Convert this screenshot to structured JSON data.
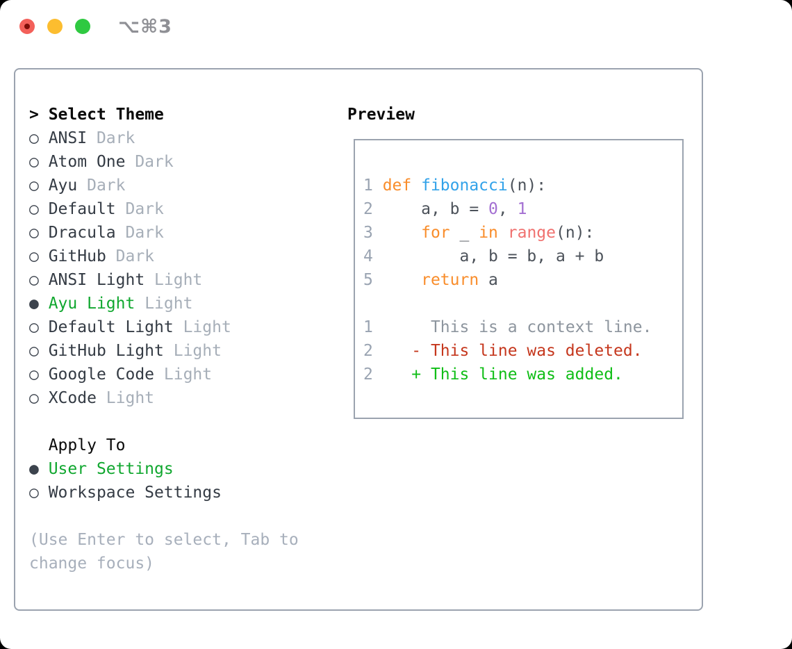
{
  "titlebar": {
    "shortcut": "⌥⌘3",
    "traffic_lights": [
      {
        "name": "close",
        "color": "#f3605a"
      },
      {
        "name": "minimize",
        "color": "#fcbd2f"
      },
      {
        "name": "zoom",
        "color": "#2fc941"
      }
    ]
  },
  "theme_panel": {
    "header": {
      "marker": ">",
      "label": "Select Theme"
    },
    "items": [
      {
        "name": "ANSI",
        "variant": "Dark",
        "selected": false
      },
      {
        "name": "Atom One",
        "variant": "Dark",
        "selected": false
      },
      {
        "name": "Ayu",
        "variant": "Dark",
        "selected": false
      },
      {
        "name": "Default",
        "variant": "Dark",
        "selected": false
      },
      {
        "name": "Dracula",
        "variant": "Dark",
        "selected": false
      },
      {
        "name": "GitHub",
        "variant": "Dark",
        "selected": false
      },
      {
        "name": "ANSI Light",
        "variant": "Light",
        "selected": false
      },
      {
        "name": "Ayu Light",
        "variant": "Light",
        "selected": true
      },
      {
        "name": "Default Light",
        "variant": "Light",
        "selected": false
      },
      {
        "name": "GitHub Light",
        "variant": "Light",
        "selected": false
      },
      {
        "name": "Google Code",
        "variant": "Light",
        "selected": false
      },
      {
        "name": "XCode",
        "variant": "Light",
        "selected": false
      }
    ],
    "apply_to": {
      "label": "Apply To",
      "options": [
        {
          "label": "User Settings",
          "selected": true
        },
        {
          "label": "Workspace Settings",
          "selected": false
        }
      ]
    },
    "help_lines": [
      "(Use Enter to select, Tab to",
      "change focus)"
    ],
    "markers": {
      "selected": "●",
      "unselected": "○"
    }
  },
  "preview": {
    "title": "Preview",
    "code_lines": [
      [
        {
          "t": "1 ",
          "s": "ln"
        },
        {
          "t": "def ",
          "s": "kw"
        },
        {
          "t": "fibonacci",
          "s": "fn"
        },
        {
          "t": "(n):",
          "s": "pl"
        }
      ],
      [
        {
          "t": "2 ",
          "s": "ln"
        },
        {
          "t": "    a, b = ",
          "s": "pl"
        },
        {
          "t": "0",
          "s": "num"
        },
        {
          "t": ", ",
          "s": "pl"
        },
        {
          "t": "1",
          "s": "num"
        }
      ],
      [
        {
          "t": "3 ",
          "s": "ln"
        },
        {
          "t": "    ",
          "s": "pl"
        },
        {
          "t": "for",
          "s": "kw"
        },
        {
          "t": " _ ",
          "s": "pl"
        },
        {
          "t": "in",
          "s": "kw"
        },
        {
          "t": " ",
          "s": "pl"
        },
        {
          "t": "range",
          "s": "call"
        },
        {
          "t": "(n):",
          "s": "pl"
        }
      ],
      [
        {
          "t": "4 ",
          "s": "ln"
        },
        {
          "t": "        a, b = b, a + b",
          "s": "pl"
        }
      ],
      [
        {
          "t": "5 ",
          "s": "ln"
        },
        {
          "t": "    ",
          "s": "pl"
        },
        {
          "t": "return",
          "s": "kw"
        },
        {
          "t": " a",
          "s": "pl"
        }
      ],
      [
        {
          "t": "",
          "s": "pl"
        }
      ],
      [
        {
          "t": "1",
          "s": "ln"
        },
        {
          "t": "      ",
          "s": "pl"
        },
        {
          "t": "This is a context line.",
          "s": "ctx"
        }
      ],
      [
        {
          "t": "2",
          "s": "ln"
        },
        {
          "t": "    ",
          "s": "pl"
        },
        {
          "t": "- This line was deleted.",
          "s": "del"
        }
      ],
      [
        {
          "t": "2",
          "s": "ln"
        },
        {
          "t": "    ",
          "s": "pl"
        },
        {
          "t": "+ This line was added.",
          "s": "add"
        }
      ]
    ]
  },
  "colors": {
    "selection_green": "#10a72f",
    "diff_added_green": "#10be17",
    "diff_deleted_red": "#c5371d",
    "syntax_keyword_orange": "#f98d2b",
    "syntax_function_blue": "#31a2e9",
    "syntax_number_purple": "#a36fd2",
    "syntax_call_coral": "#f0716f",
    "panel_border_gray": "#9ba3af",
    "muted_text_gray": "#a6aeb8"
  }
}
